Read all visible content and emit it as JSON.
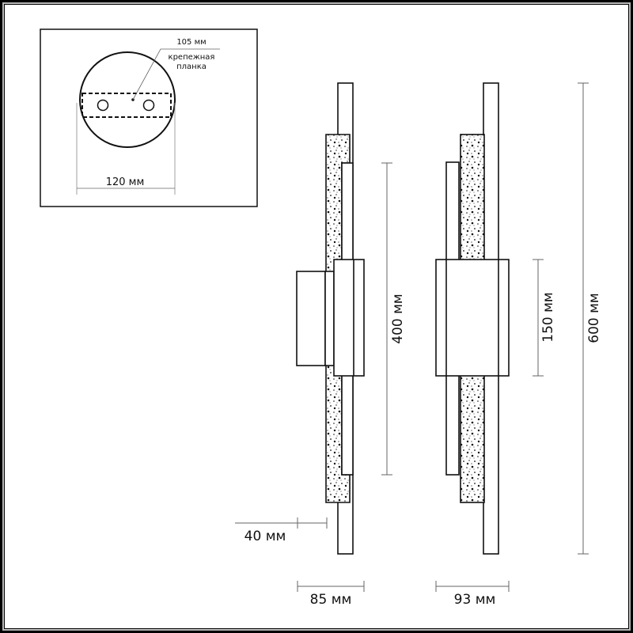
{
  "inset": {
    "title": "mounting-plate-detail",
    "label_plate_size": "105 мм",
    "label_plate_name_line1": "крепежная",
    "label_plate_name_line2": "планка",
    "label_diameter": "120 мм"
  },
  "side_view": {
    "dim_height_400": "400 мм",
    "dim_depth_40": "40 мм",
    "dim_depth_85": "85 мм"
  },
  "front_view": {
    "dim_box_150": "150 мм",
    "dim_total_600": "600 мм",
    "dim_width_93": "93 мм"
  },
  "colors": {
    "line": "#111111",
    "dimension_line": "#666666",
    "background": "#ffffff"
  }
}
